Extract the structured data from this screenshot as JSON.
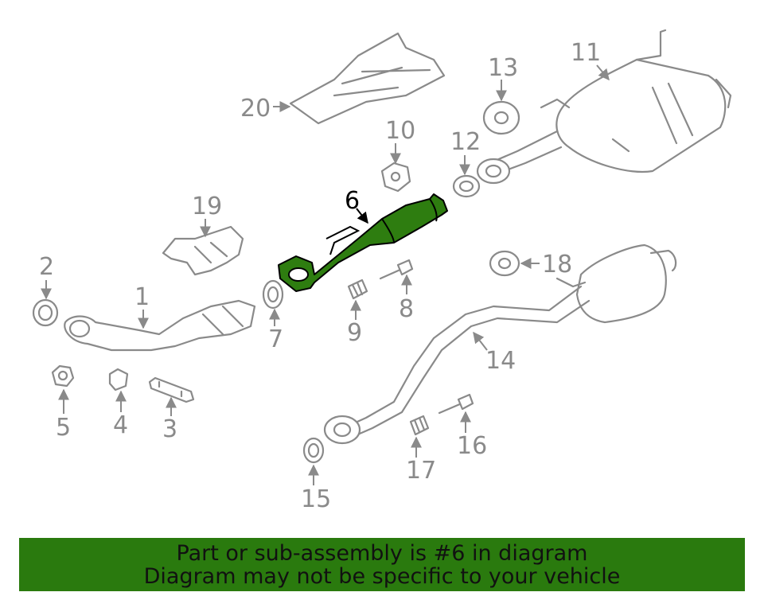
{
  "selected_callout": "6",
  "callouts": [
    "1",
    "2",
    "3",
    "4",
    "5",
    "6",
    "7",
    "8",
    "9",
    "10",
    "11",
    "12",
    "13",
    "14",
    "15",
    "16",
    "17",
    "18",
    "19",
    "20"
  ],
  "highlight_color": "#2e7d10",
  "banner": {
    "color": "#2a7a0e",
    "line1": "Part or sub-assembly is #6 in diagram",
    "line2": "Diagram may not be specific to your vehicle"
  }
}
